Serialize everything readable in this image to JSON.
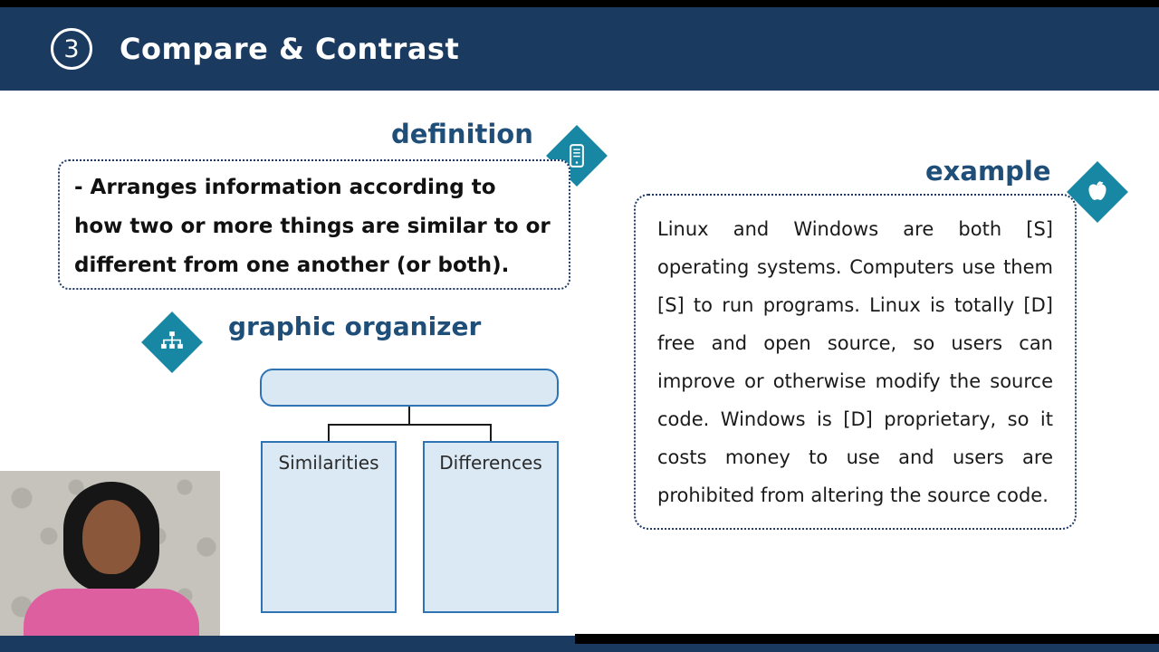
{
  "header": {
    "number": "3",
    "title": "Compare & Contrast"
  },
  "sections": {
    "definition": {
      "label": "definition",
      "icon": "tablet-icon",
      "text": "- Arranges information according to how two or more things are similar to or different from one another (or both)."
    },
    "graphic_organizer": {
      "label": "graphic organizer",
      "icon": "hierarchy-icon",
      "top_box_label": "",
      "children": [
        {
          "label": "Similarities"
        },
        {
          "label": "Differences"
        }
      ]
    },
    "example": {
      "label": "example",
      "icon": "apple-icon",
      "text": "Linux and Windows are both [S] operating systems. Computers use them [S] to run programs. Linux is totally [D] free and open source, so users can improve or otherwise modify the source code. Windows is [D] proprietary, so it costs money to use and users are prohibited from altering the source code."
    }
  },
  "colors": {
    "navy": "#1b3a5f",
    "teal": "#1787a3",
    "label_blue": "#1f4e79",
    "organizer_fill": "#dbe9f4",
    "organizer_border": "#2e74b5"
  }
}
